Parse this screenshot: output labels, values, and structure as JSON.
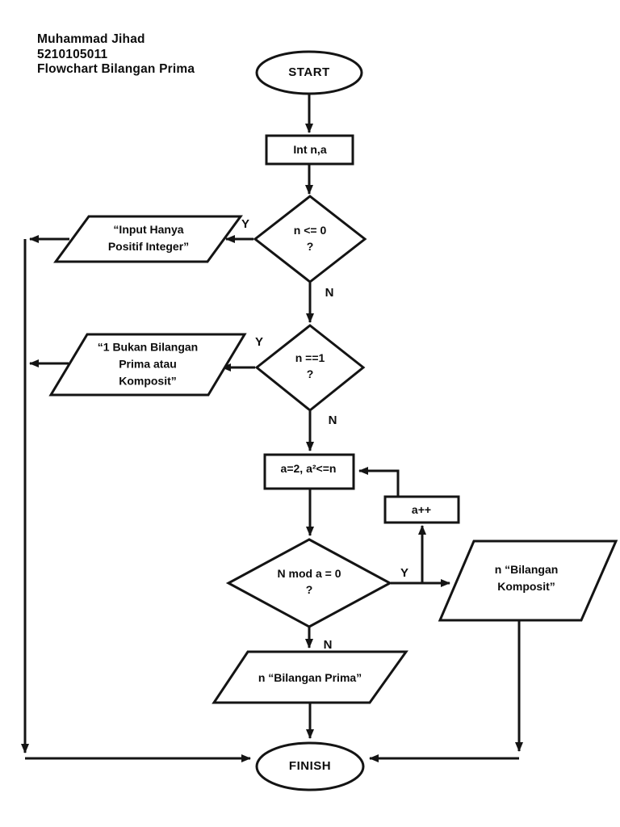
{
  "header": {
    "lines": [
      "Muhammad Jihad",
      "5210105011",
      "Flowchart Bilangan Prima"
    ]
  },
  "nodes": {
    "start": {
      "label": "START"
    },
    "init": {
      "label": "Int n,a"
    },
    "check_positive": {
      "lines": [
        "n <= 0",
        "?"
      ]
    },
    "msg_positive": {
      "lines": [
        "“Input Hanya",
        "Positif Integer”"
      ]
    },
    "check_one": {
      "lines": [
        "n ==1",
        "?"
      ]
    },
    "msg_one": {
      "lines": [
        "“1 Bukan Bilangan",
        "Prima atau",
        "Komposit”"
      ]
    },
    "loop_init": {
      "label": "a=2, a²<=n"
    },
    "increment": {
      "label": "a++"
    },
    "check_mod": {
      "lines": [
        "N mod a = 0",
        "?"
      ]
    },
    "msg_komposit": {
      "lines": [
        "n “Bilangan",
        "Komposit”"
      ]
    },
    "msg_prima": {
      "label": "n “Bilangan Prima”"
    },
    "finish": {
      "label": "FINISH"
    }
  },
  "edge_labels": {
    "positive_yes": "Y",
    "positive_no": "N",
    "one_yes": "Y",
    "one_no": "N",
    "mod_yes": "Y",
    "mod_no": "N"
  },
  "colors": {
    "stroke": "#141414",
    "text": "#0d0d0d",
    "background": "#ffffff"
  }
}
